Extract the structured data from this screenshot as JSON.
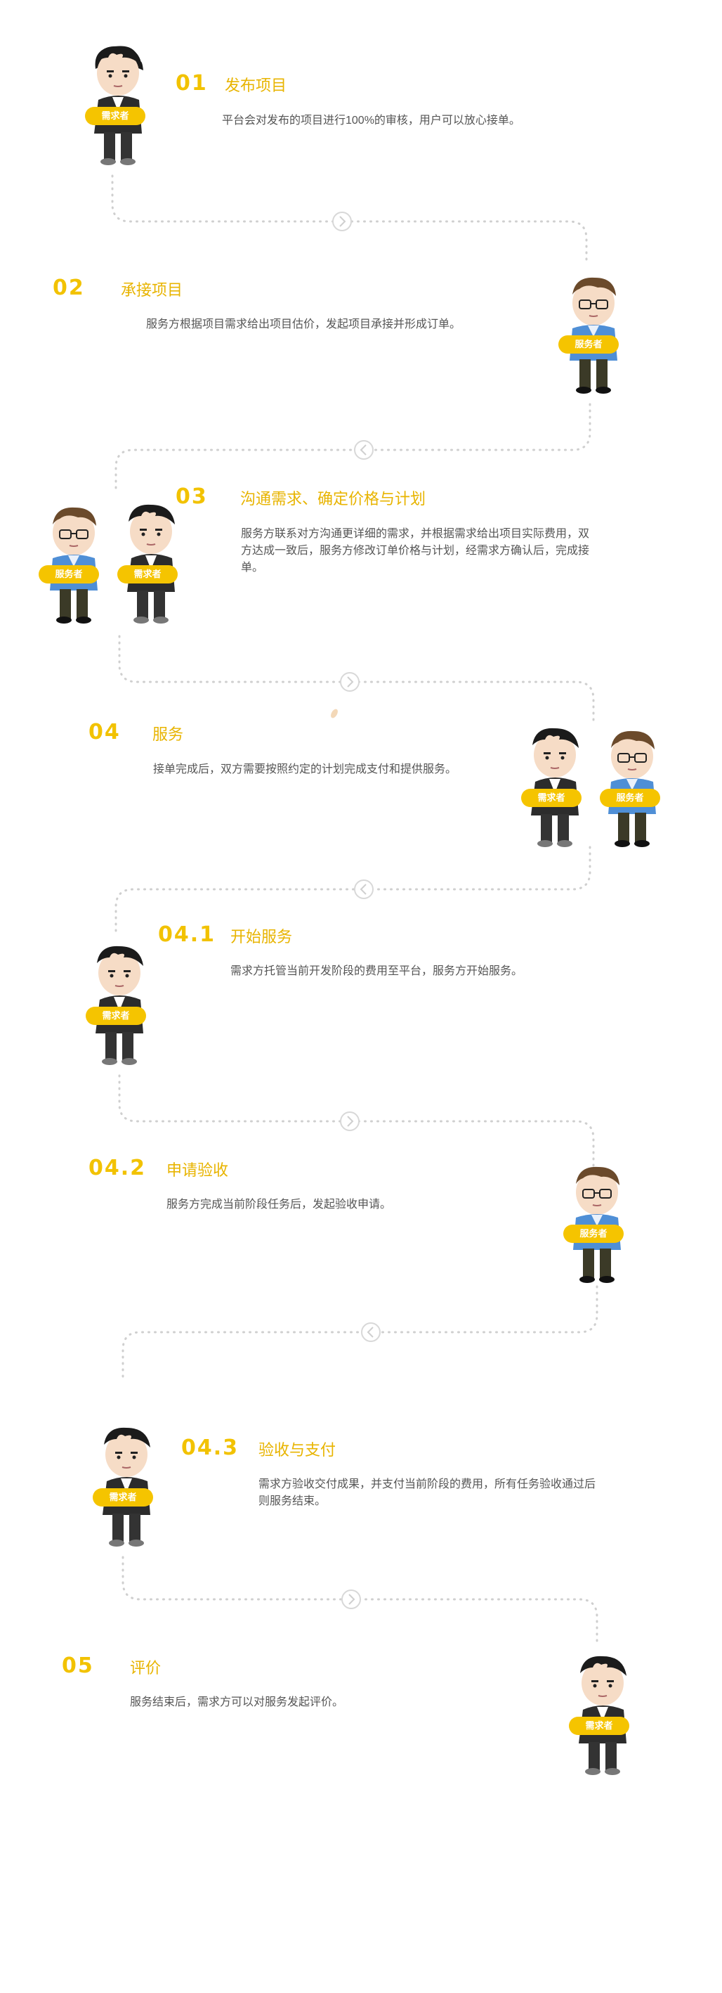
{
  "steps": [
    {
      "num": "01",
      "title": "发布项目",
      "desc": "平台会对发布的项目进行100%的审核，用户可以放心接单。"
    },
    {
      "num": "02",
      "title": "承接项目",
      "desc": "服务方根据项目需求给出项目估价，发起项目承接并形成订单。"
    },
    {
      "num": "03",
      "title": "沟通需求、确定价格与计划",
      "desc": "服务方联系对方沟通更详细的需求，并根据需求给出项目实际费用，双方达成一致后，服务方修改订单价格与计划，经需求方确认后，完成接单。"
    },
    {
      "num": "04",
      "title": "服务",
      "desc": "接单完成后，双方需要按照约定的计划完成支付和提供服务。"
    },
    {
      "num": "04.1",
      "title": "开始服务",
      "desc": "需求方托管当前开发阶段的费用至平台，服务方开始服务。"
    },
    {
      "num": "04.2",
      "title": "申请验收",
      "desc": "服务方完成当前阶段任务后，发起验收申请。"
    },
    {
      "num": "04.3",
      "title": "验收与支付",
      "desc": "需求方验收交付成果，并支付当前阶段的费用，所有任务验收通过后则服务结束。"
    },
    {
      "num": "05",
      "title": "评价",
      "desc": "服务结束后，需求方可以对服务发起评价。"
    }
  ],
  "roles": {
    "client": "需求者",
    "provider": "服务者"
  },
  "colors": {
    "accent": "#f2c200",
    "title": "#e8b400",
    "text": "#555555",
    "dots": "#cfcfcf"
  }
}
